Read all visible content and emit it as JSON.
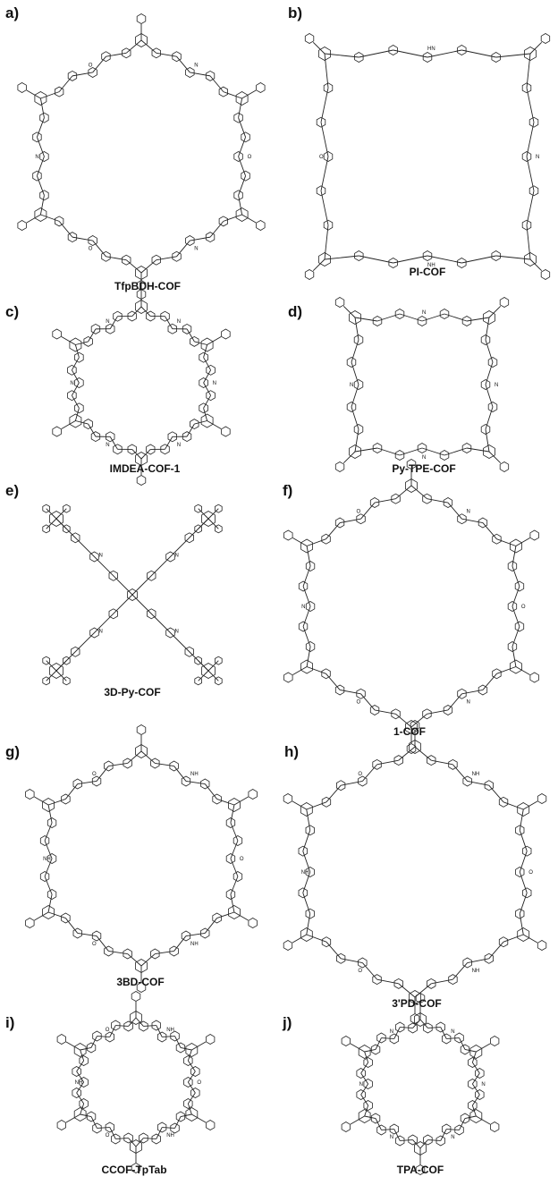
{
  "panels": [
    {
      "id": "a",
      "label": "a)",
      "caption": "TfpBDH-COF",
      "shape": "hexagon",
      "atoms": [
        "N",
        "O"
      ]
    },
    {
      "id": "b",
      "label": "b)",
      "caption": "PI-COF",
      "shape": "square",
      "atoms": [
        "HN",
        "N",
        "NH",
        "O"
      ]
    },
    {
      "id": "c",
      "label": "c)",
      "caption": "IMDEA-COF-1",
      "shape": "hexagon",
      "atoms": [
        "N"
      ]
    },
    {
      "id": "d",
      "label": "d)",
      "caption": "Py-TPE-COF",
      "shape": "square",
      "atoms": [
        "N"
      ]
    },
    {
      "id": "e",
      "label": "e)",
      "caption": "3D-Py-COF",
      "shape": "cross",
      "atoms": [
        "N"
      ]
    },
    {
      "id": "f",
      "label": "f)",
      "caption": "1-COF",
      "shape": "hexagon",
      "atoms": [
        "N",
        "O"
      ]
    },
    {
      "id": "g",
      "label": "g)",
      "caption": "3BD-COF",
      "shape": "hexagon",
      "atoms": [
        "NH",
        "O"
      ]
    },
    {
      "id": "h",
      "label": "h)",
      "caption": "3'PD-COF",
      "shape": "hexagon",
      "atoms": [
        "NH",
        "O"
      ]
    },
    {
      "id": "i",
      "label": "i)",
      "caption": "CCOF-TpTab",
      "shape": "hexagon",
      "atoms": [
        "NH",
        "O"
      ]
    },
    {
      "id": "j",
      "label": "j)",
      "caption": "TPA-COF",
      "shape": "hexagon",
      "atoms": [
        "N"
      ]
    }
  ]
}
